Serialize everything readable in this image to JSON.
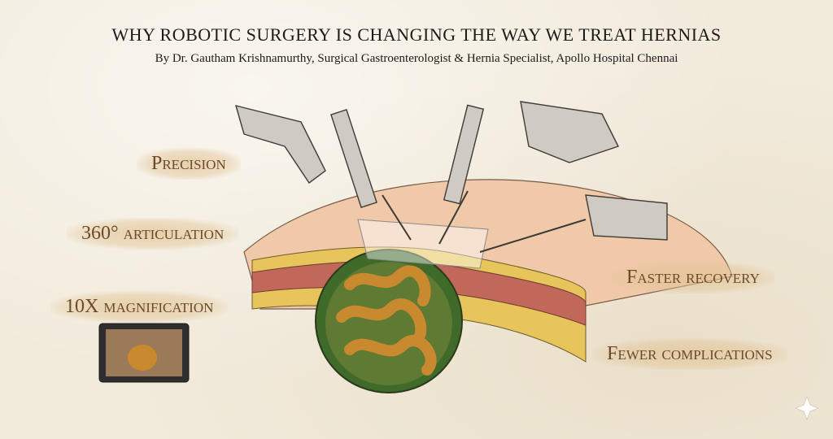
{
  "title": "WHY ROBOTIC SURGERY IS CHANGING THE WAY WE TREAT HERNIAS",
  "subtitle": "By Dr. Gautham Krishnamurthy, Surgical Gastroenterologist & Hernia Specialist, Apollo Hospital Chennai",
  "benefits_left": [
    "Precision",
    "360° articulation",
    "10X magnification"
  ],
  "benefits_right": [
    "Faster recovery",
    "Fewer complications"
  ],
  "colors": {
    "background": "#f2ebdc",
    "label_text": "#6b4a2a",
    "label_wash": "#e2c496",
    "bowel": "#c9892e",
    "sac": "#3f6a2a",
    "muscle": "#c2685a",
    "fat": "#e7c55a",
    "robot_arm": "#cfcac2"
  }
}
